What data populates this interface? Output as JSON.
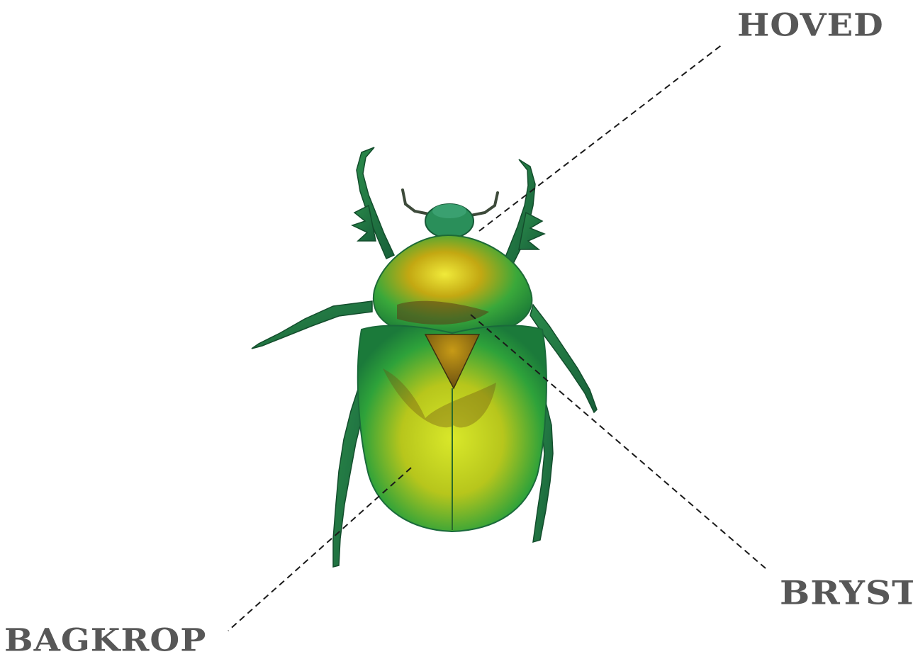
{
  "labels": {
    "head": "HOVED",
    "thorax": "BRYST",
    "abdomen": "BAGKROP"
  },
  "colors": {
    "label_text": "#575757",
    "leader_line": "#1a1a1a",
    "beetle_green": "#1f9a3a",
    "beetle_gold": "#c9a415",
    "beetle_dark": "#2f3b1e"
  }
}
